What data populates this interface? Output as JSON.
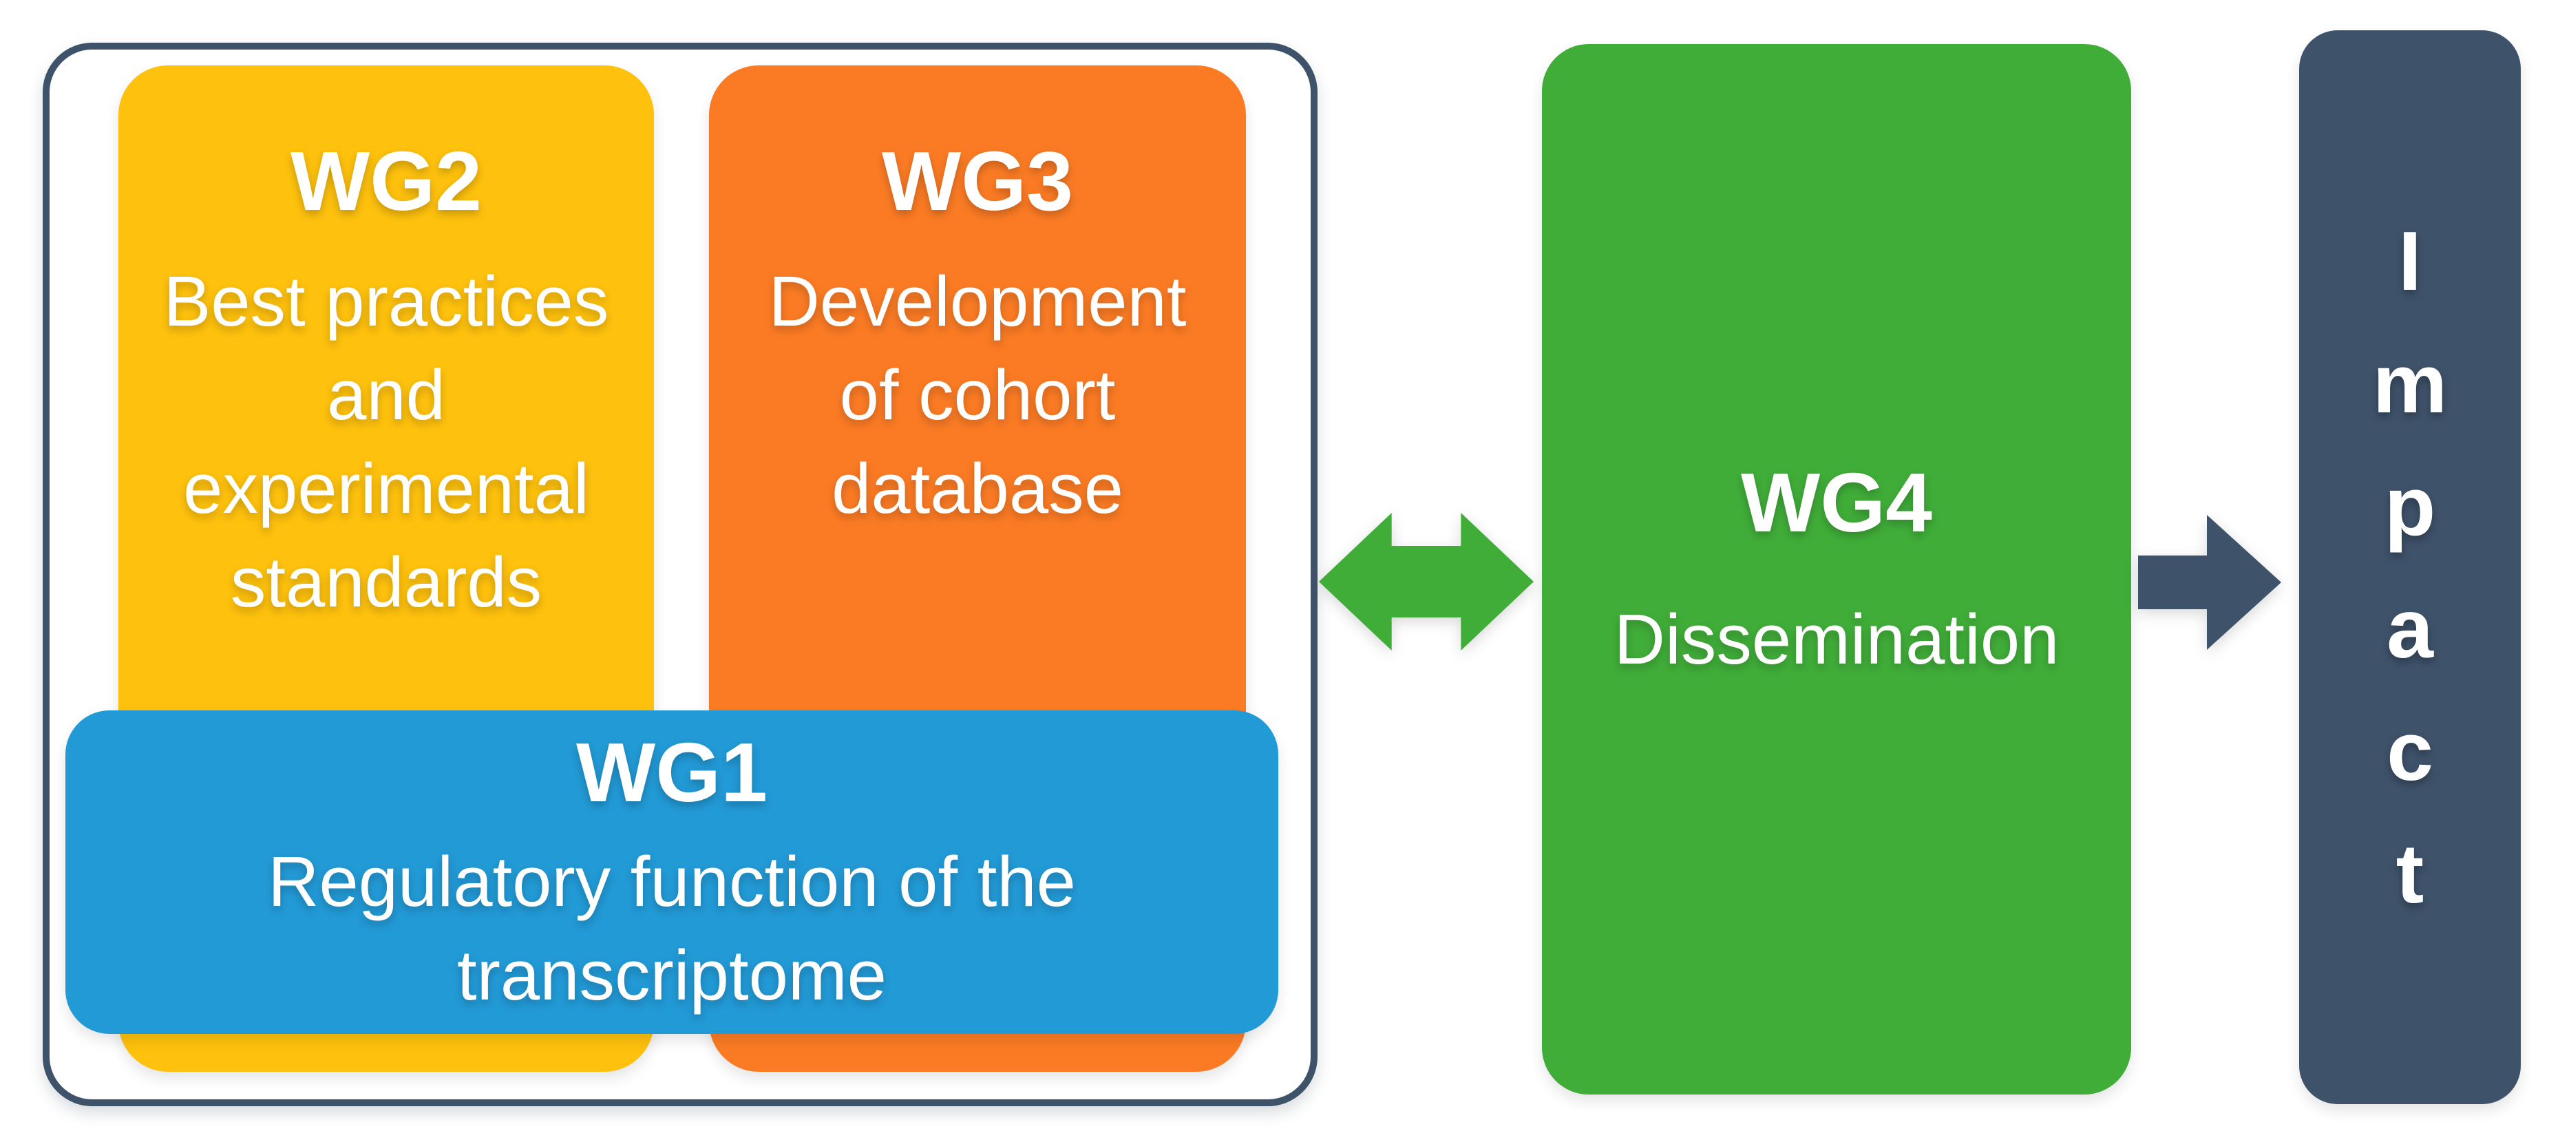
{
  "page": {
    "background": "#ffffff"
  },
  "diagram": {
    "border_color": "#3E526A",
    "working_groups_box": {
      "wg2": {
        "title": "WG2",
        "body_lines": "Best practices\nand\nexperimental\nstandards",
        "color": "#FEC10D"
      },
      "wg3": {
        "title": "WG3",
        "body_lines": "Development\nof cohort\ndatabase",
        "color": "#FB7B24"
      },
      "wg1": {
        "title": "WG1",
        "body_lines": "Regulatory function of the\ntranscriptome",
        "color": "#229AD6"
      }
    },
    "wg4": {
      "title": "WG4",
      "body_lines": "Dissemination",
      "color": "#40AD39"
    },
    "impact": {
      "label": "Impact",
      "vertical_text": "I\nm\np\na\nc\nt",
      "color": "#3E526A"
    },
    "arrows": {
      "bidirectional_arrow": "double-headed-arrow-icon",
      "bidirectional_arrow_color": "#40AD39",
      "impact_arrow": "right-arrow-icon",
      "impact_arrow_color": "#3E526A"
    }
  }
}
